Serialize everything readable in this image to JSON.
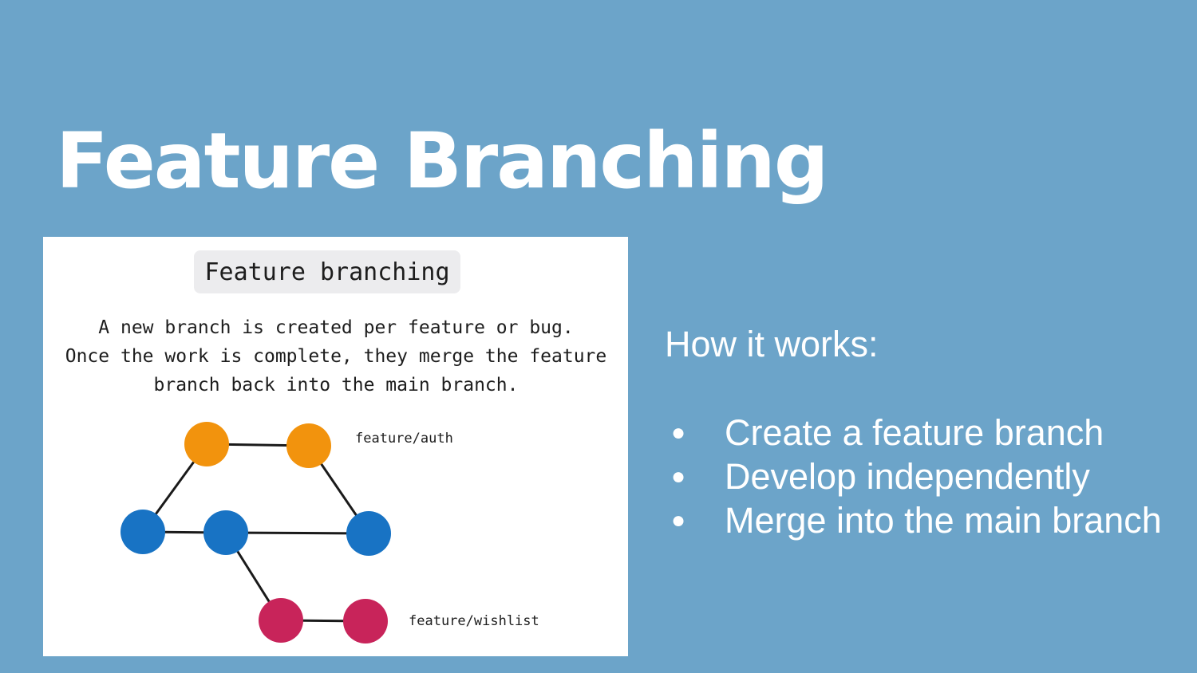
{
  "slide": {
    "title": "Feature Branching",
    "how_label": "How it works:",
    "steps": [
      "Create a feature branch",
      "Develop independently",
      "Merge into the main branch"
    ]
  },
  "diagram": {
    "title": "Feature branching",
    "description_lines": [
      "A new branch is created per feature or bug.",
      "Once the work is complete, they merge the feature",
      "branch back into the main branch."
    ],
    "branch_labels": {
      "auth": "feature/auth",
      "wishlist": "feature/wishlist"
    },
    "colors": {
      "main": "#1873c4",
      "auth": "#f2930d",
      "wishlist": "#c8245a",
      "edge": "#1a1a1a",
      "background": "#6ca4c9"
    }
  }
}
